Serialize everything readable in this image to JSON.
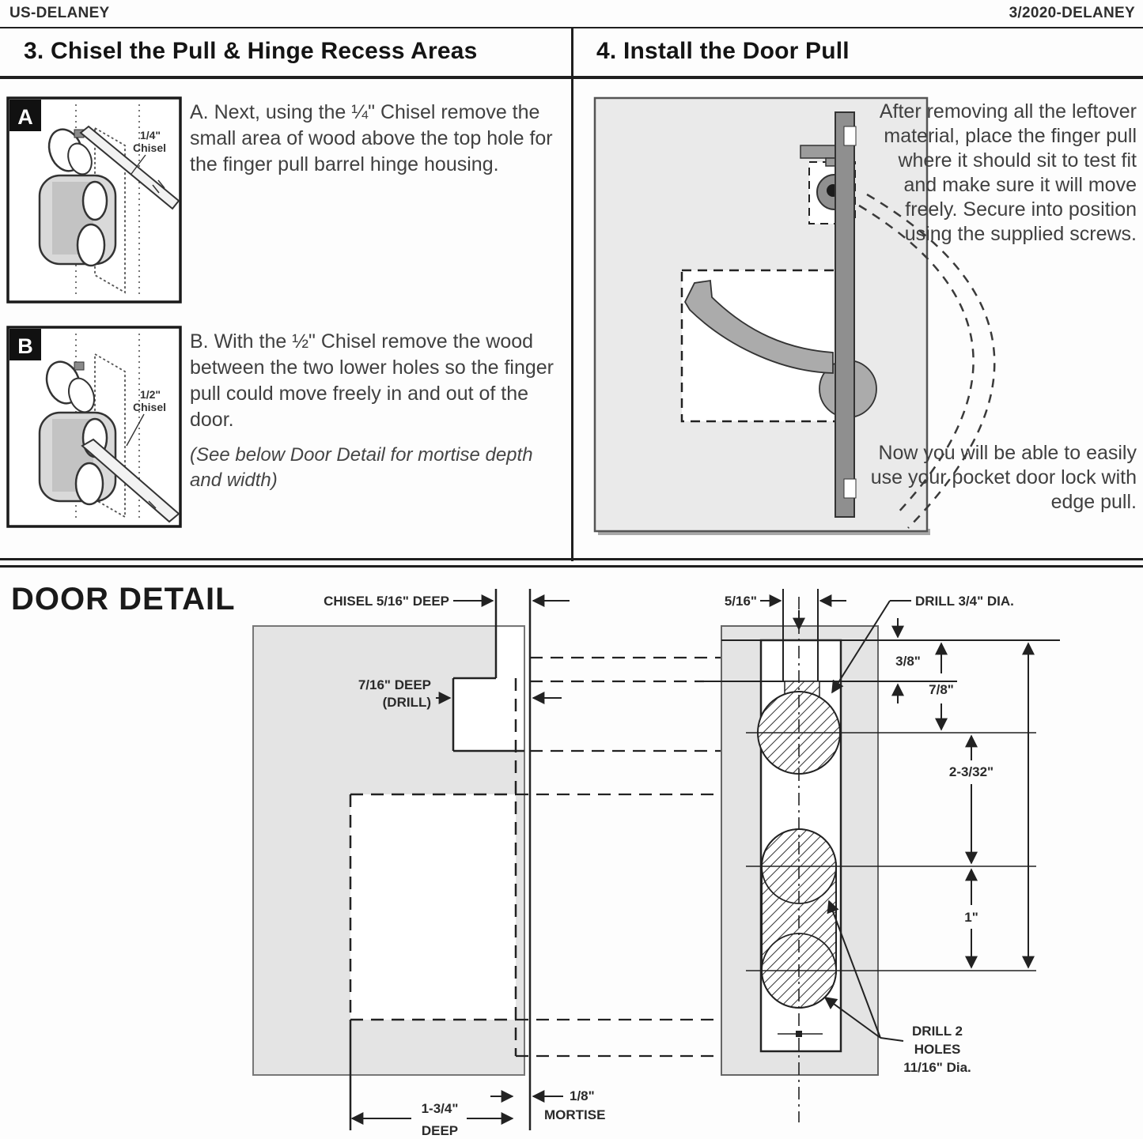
{
  "header": {
    "left": "US-DELANEY",
    "right": "3/2020-DELANEY"
  },
  "section3": {
    "title": "3. Chisel the Pull & Hinge Recess Areas",
    "figureA": {
      "letter": "A",
      "tool_size": "1/4\"",
      "tool_word": "Chisel"
    },
    "figureB": {
      "letter": "B",
      "tool_size": "1/2\"",
      "tool_word": "Chisel"
    },
    "stepA": "A. Next, using the ¼\" Chisel remove the small area of wood above the top hole for the finger pull barrel hinge housing.",
    "stepB": "B. With the ½\" Chisel remove the wood between the two lower holes so the finger pull could move freely in and out of the door.",
    "note": "(See below Door Detail for mortise depth and width)"
  },
  "section4": {
    "title": "4. Install the Door Pull",
    "paragraph1": "After removing all the leftover material, place the finger pull where it should sit to test fit and make sure it will move freely. Secure into position using the supplied screws.",
    "paragraph2": "Now you will be able to easily use your pocket door lock with edge pull."
  },
  "door_detail": {
    "title": "DOOR DETAIL",
    "labels": {
      "chisel_deep": "CHISEL 5/16\" DEEP",
      "drill_deep_line1": "7/16\" DEEP",
      "drill_deep_line2": "(DRILL)",
      "top_width": "5/16\"",
      "drill_dia": "DRILL 3/4\" DIA.",
      "dim_3_8": "3/8\"",
      "dim_7_8": "7/8\"",
      "dim_2_3_32": "2-3/32\"",
      "dim_1": "1\"",
      "drill2_line1": "DRILL 2",
      "drill2_line2": "HOLES",
      "drill2_line3": "11/16\" Dia.",
      "deep_line1": "1-3/4\"",
      "deep_line2": "DEEP",
      "mortise_line1": "1/8\"",
      "mortise_line2": "MORTISE"
    }
  }
}
